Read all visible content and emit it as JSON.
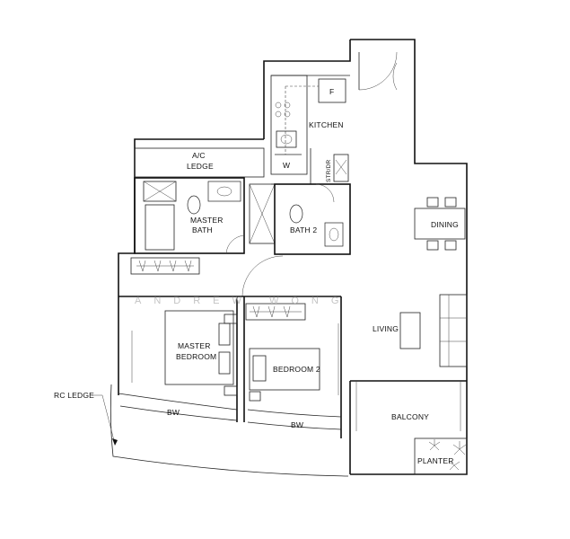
{
  "labels": {
    "kitchen": "KITCHEN",
    "fridge": "F",
    "washer": "W",
    "str_dr": "STR/DR",
    "ac_ledge_line1": "A/C",
    "ac_ledge_line2": "LEDGE",
    "master_bath_line1": "MASTER",
    "master_bath_line2": "BATH",
    "bath2": "BATH 2",
    "dining": "DINING",
    "living": "LIVING",
    "master_bedroom_line1": "MASTER",
    "master_bedroom_line2": "BEDROOM",
    "bedroom2": "BEDROOM 2",
    "bw_left": "BW",
    "bw_right": "BW",
    "balcony": "BALCONY",
    "planter": "PLANTER",
    "rc_ledge": "RC LEDGE"
  },
  "watermark": "ANDREW WONG"
}
